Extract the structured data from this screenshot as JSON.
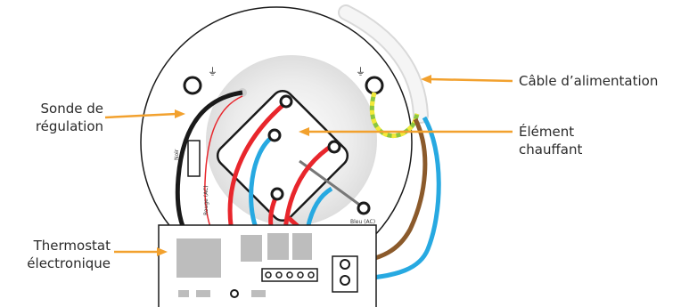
{
  "labels": {
    "sonde_line1": "Sonde de",
    "sonde_line2": "régulation",
    "thermostat_line1": "Thermostat",
    "thermostat_line2": "électronique",
    "cable": "Câble d’alimentation",
    "element_line1": "Élément",
    "element_line2": "chauffant"
  },
  "wire_labels": {
    "noir": "Noir",
    "rouge": "Rouge (AC)",
    "bleu": "Bleu (AC)"
  },
  "symbols": {
    "ground_left": "⏚",
    "ground_right": "⏚"
  },
  "colors": {
    "arrow": "#f2a12e",
    "wire_red": "#e8262c",
    "wire_blue": "#27a9e1",
    "wire_brown": "#8b5a2b",
    "wire_black": "#1a1a1a",
    "wire_green_yellow": "#8cc63f",
    "board": "#ffffff",
    "component_gray": "#bdbdbd"
  }
}
